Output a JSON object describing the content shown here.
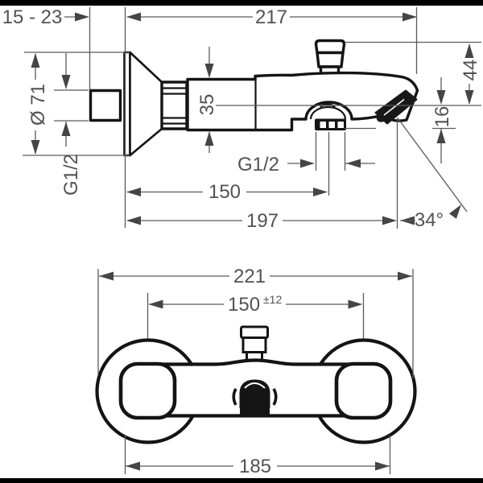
{
  "colors": {
    "paper": "#ffffff",
    "outline_ink": "#141414",
    "dimension_gray": "#5a5a5a",
    "text_gray": "#525252",
    "crop_bar": "#000000"
  },
  "side_view": {
    "wall_distance": "15 - 23",
    "total_depth": "217",
    "escutcheon_diameter": "Ø 71",
    "inlet_thread": "G1/2",
    "body_diameter": "35",
    "hose_outlet_thread": "G1/2",
    "hose_outlet_distance": "150",
    "spout_reach": "197",
    "spout_angle": "34°",
    "knob_height_above_outlet": "44",
    "outlet_drop": "16"
  },
  "front_view": {
    "total_width": "221",
    "pipe_center_distance": "150",
    "pipe_center_tolerance": "±12",
    "body_width": "185"
  }
}
